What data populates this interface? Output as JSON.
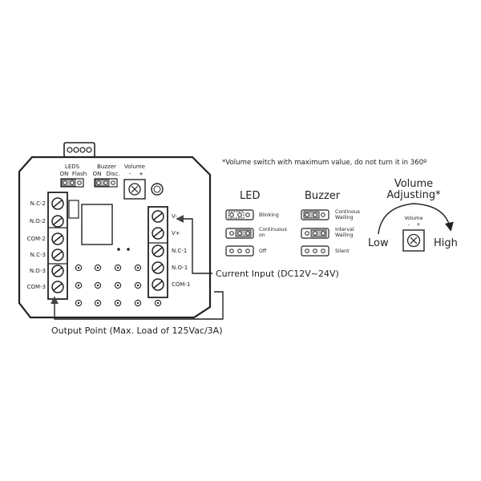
{
  "board": {
    "leds_label": "LEDS",
    "leds_on": "ON",
    "leds_flash": "Flash",
    "buzzer_label": "Buzzer",
    "buzzer_on": "ON",
    "buzzer_disc": "Disc.",
    "volume_label": "Volume",
    "volume_minus": "-",
    "volume_plus": "+",
    "left_terminals": [
      "N.C-2",
      "N.O-2",
      "COM-2",
      "N.C-3",
      "N.O-3",
      "COM-3"
    ],
    "right_terminals": [
      "V-",
      "V+",
      "N.C-1",
      "N.O-1",
      "COM-1"
    ]
  },
  "callouts": {
    "current_input": "Current Input (DC12V~24V)",
    "output_point": "Output Point (Max. Load of 125Vac/3A)"
  },
  "legend": {
    "note": "*Volume switch with maximum value, do not turn it in 360º",
    "led_title": "LED",
    "buzzer_title": "Buzzer",
    "led_modes": [
      "Blinking",
      "Continuous on",
      "Off"
    ],
    "buzzer_modes": [
      "Continous Wailing",
      "Interval Wailing",
      "Silent"
    ]
  },
  "volume_adjust": {
    "title_line1": "Volume",
    "title_line2": "Adjusting*",
    "knob_label": "Volume",
    "minus": "-",
    "plus": "+",
    "low": "Low",
    "high": "High"
  }
}
